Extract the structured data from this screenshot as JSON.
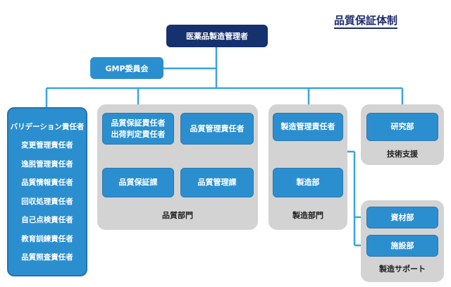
{
  "title": "品質保証体制",
  "top": {
    "label": "医薬品製造管理者"
  },
  "gmp": {
    "label": "GMP委員会"
  },
  "left_list": {
    "items": [
      "バリデーション責任者",
      "変更管理責任者",
      "逸脱管理責任者",
      "品質情報責任者",
      "回収処理責任者",
      "自己点検責任者",
      "教育訓練責任者",
      "品質照査責任者"
    ]
  },
  "quality": {
    "box1_line1": "品質保証責任者",
    "box1_line2": "出荷判定責任者",
    "box2": "品質管理責任者",
    "box3": "品質保証課",
    "box4": "品質管理課",
    "label": "品質部門"
  },
  "manufacturing": {
    "box1": "製造管理責任者",
    "box2": "製造部",
    "label": "製造部門"
  },
  "tech": {
    "box1": "研究部",
    "label": "技術支援"
  },
  "support": {
    "box1": "資材部",
    "box2": "施設部",
    "label": "製造サポート"
  },
  "colors": {
    "navy": "#15316e",
    "blue": "#2b8fcf",
    "line": "#3aa5e0",
    "gray": "#d3d3d3"
  }
}
